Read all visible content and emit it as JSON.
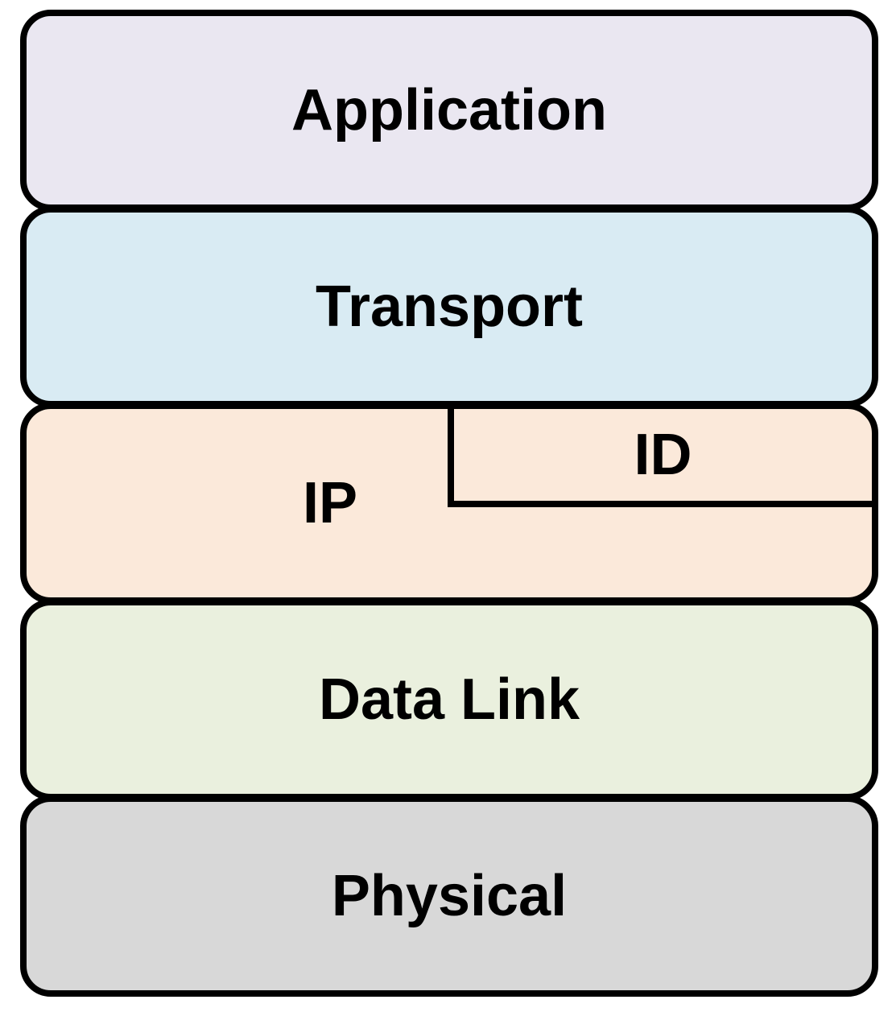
{
  "diagram": {
    "type": "layered-network-stack",
    "background": "#FFFFFF",
    "border_color": "#000000",
    "text_color": "#000000",
    "layers": [
      {
        "id": "application",
        "label": "Application",
        "fill": "#EAE7F1"
      },
      {
        "id": "transport",
        "label": "Transport",
        "fill": "#D9EBF3"
      },
      {
        "id": "ip",
        "label": "IP",
        "fill": "#FBE9DA",
        "sub_box": {
          "label": "ID",
          "position": "top-right"
        }
      },
      {
        "id": "data-link",
        "label": "Data Link",
        "fill": "#EAF0DE"
      },
      {
        "id": "physical",
        "label": "Physical",
        "fill": "#D8D8D8"
      }
    ]
  }
}
